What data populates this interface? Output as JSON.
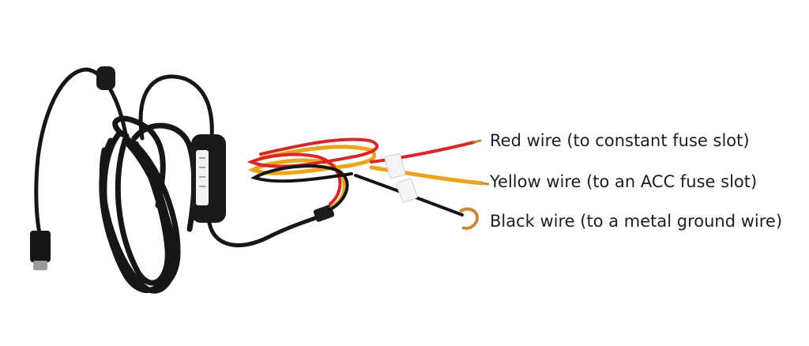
{
  "image": {
    "subject": "dashcam hardwire kit cable",
    "background_color": "#ffffff",
    "cable_color": "#161616",
    "wire_colors": {
      "red": "#d8262a",
      "yellow": "#e9a51c",
      "black": "#141414",
      "terminal": "#c98a3a"
    }
  },
  "wire_labels": [
    {
      "text": "Red wire (to constant fuse slot)"
    },
    {
      "text": "Yellow wire (to an ACC fuse slot)"
    },
    {
      "text": "Black wire (to a metal ground wire)"
    }
  ]
}
